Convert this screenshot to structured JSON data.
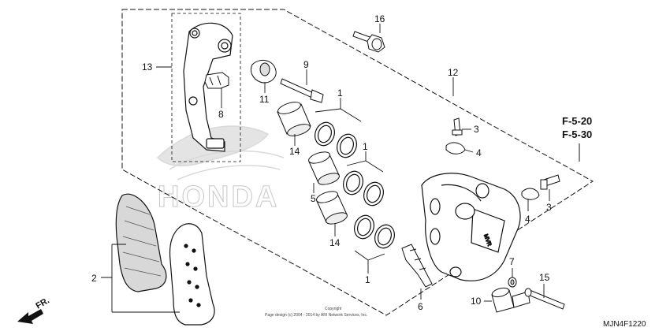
{
  "callouts": {
    "c1a": "1",
    "c1b": "1",
    "c1c": "1",
    "c2": "2",
    "c3a": "3",
    "c3b": "3",
    "c4a": "4",
    "c4b": "4",
    "c5": "5",
    "c6": "6",
    "c7": "7",
    "c8": "8",
    "c9": "9",
    "c10": "10",
    "c11": "11",
    "c12": "12",
    "c13": "13",
    "c14a": "14",
    "c14b": "14",
    "c15": "15",
    "c16": "16"
  },
  "refs": {
    "ref1": "F-5-20",
    "ref2": "F-5-30"
  },
  "watermark": "HONDA",
  "copyright": {
    "line1": "Copyright",
    "line2": "Page design (c) 2004 - 2014 by ARI Network Services, Inc."
  },
  "diagram_code": "MJN4F1220",
  "direction_label": "FR."
}
